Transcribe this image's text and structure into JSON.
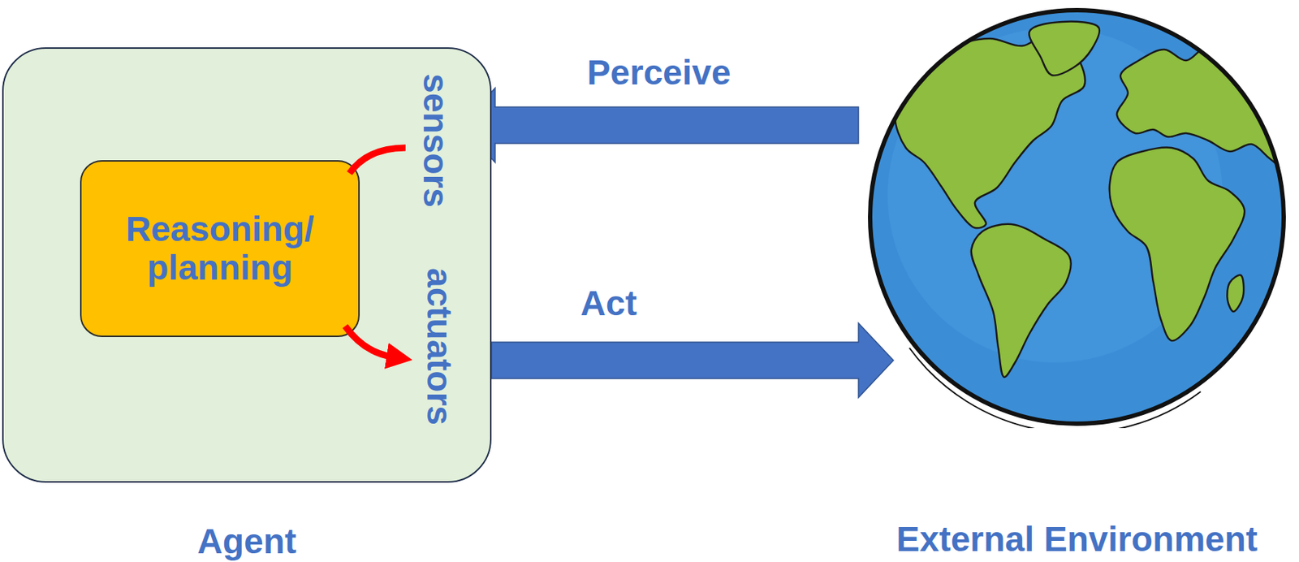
{
  "diagram": {
    "nodes": [
      {
        "text": [
          "Agent"
        ]
      },
      {
        "text": [
          "Reasoning/ planning"
        ],
        "in": 0
      },
      {
        "text": [
          "External Environment"
        ]
      }
    ],
    "edges": [
      {
        "from": 2,
        "to": 0,
        "arrow": "to",
        "label": "Perceive"
      },
      {
        "from": 0,
        "to": 2,
        "arrow": "to",
        "label": "Act"
      }
    ],
    "labels": [
      "sensors",
      "actuators"
    ]
  }
}
